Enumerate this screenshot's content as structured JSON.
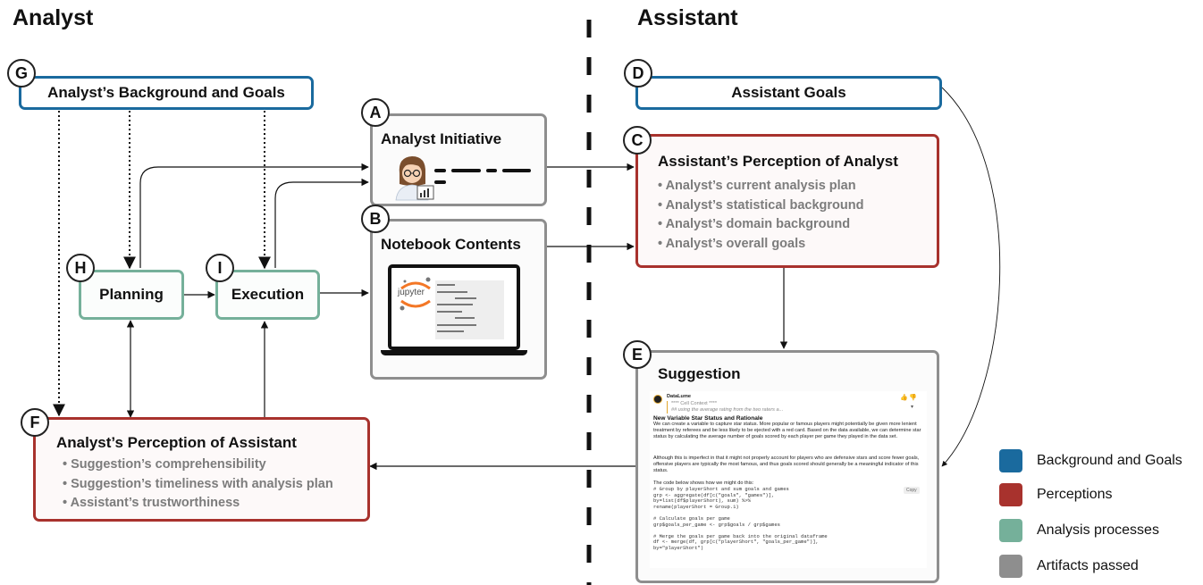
{
  "headings": {
    "left": "Analyst",
    "right": "Assistant"
  },
  "nodes": {
    "G": {
      "letter": "G",
      "title": "Analyst’s Background and Goals"
    },
    "D": {
      "letter": "D",
      "title": "Assistant Goals"
    },
    "A": {
      "letter": "A",
      "title": "Analyst Initiative"
    },
    "B": {
      "letter": "B",
      "title": "Notebook Contents"
    },
    "C": {
      "letter": "C",
      "title": "Assistant’s Perception of Analyst",
      "items": [
        "Analyst’s current analysis plan",
        "Analyst’s statistical background",
        "Analyst’s domain background",
        "Analyst’s overall goals"
      ]
    },
    "H": {
      "letter": "H",
      "title": "Planning"
    },
    "I": {
      "letter": "I",
      "title": "Execution"
    },
    "E": {
      "letter": "E",
      "title": "Suggestion"
    },
    "F": {
      "letter": "F",
      "title": "Analyst’s Perception of Assistant",
      "items": [
        "Suggestion’s comprehensibility",
        "Suggestion’s timeliness with  analysis plan",
        "Assistant’s trustworthiness"
      ]
    }
  },
  "notebook": {
    "logo_text": "jupyter"
  },
  "suggestion_card": {
    "app_name": "DataLume",
    "context_label": "**** Cell Context ****",
    "context_text": "## using the average rating from the two raters a...",
    "heading": "New Variable Star Status and Rationale",
    "para1": "We can create a variable to capture star status. More popular or famous players might potentially be given more lenient treatment by referees and be less likely to be ejected with a red card. Based on the data available, we can determine star status by calculating the average number of goals scored by each player per game they played in the data set.",
    "para2": "Although this is imperfect in that it might not properly account for players who are defensive stars and score fewer goals, offensive players are typically the most famous, and thus goals scored should generally be a meaningful indicator of this status.",
    "code_intro": "The code below shows how we might do this:",
    "copy_label": "Copy",
    "code": "# Group by playerShort and sum goals and games\ngrp <- aggregate(df[c(\"goals\", \"games\")],\nby=list(df$playerShort), sum) %>%\nrename(playerShort = Group.1)\n\n# Calculate goals per game\ngrp$goals_per_game <- grp$goals / grp$games\n\n# Merge the goals per game back into the original dataframe\ndf <- merge(df, grp[c(\"playerShort\", \"goals_per_game\")],\nby=\"playerShort\")"
  },
  "legend": [
    {
      "label": "Background and Goals",
      "color": "#1a6a9e"
    },
    {
      "label": "Perceptions",
      "color": "#a8322d"
    },
    {
      "label": "Analysis processes",
      "color": "#75b09a"
    },
    {
      "label": "Artifacts passed",
      "color": "#8e8e8e"
    }
  ]
}
